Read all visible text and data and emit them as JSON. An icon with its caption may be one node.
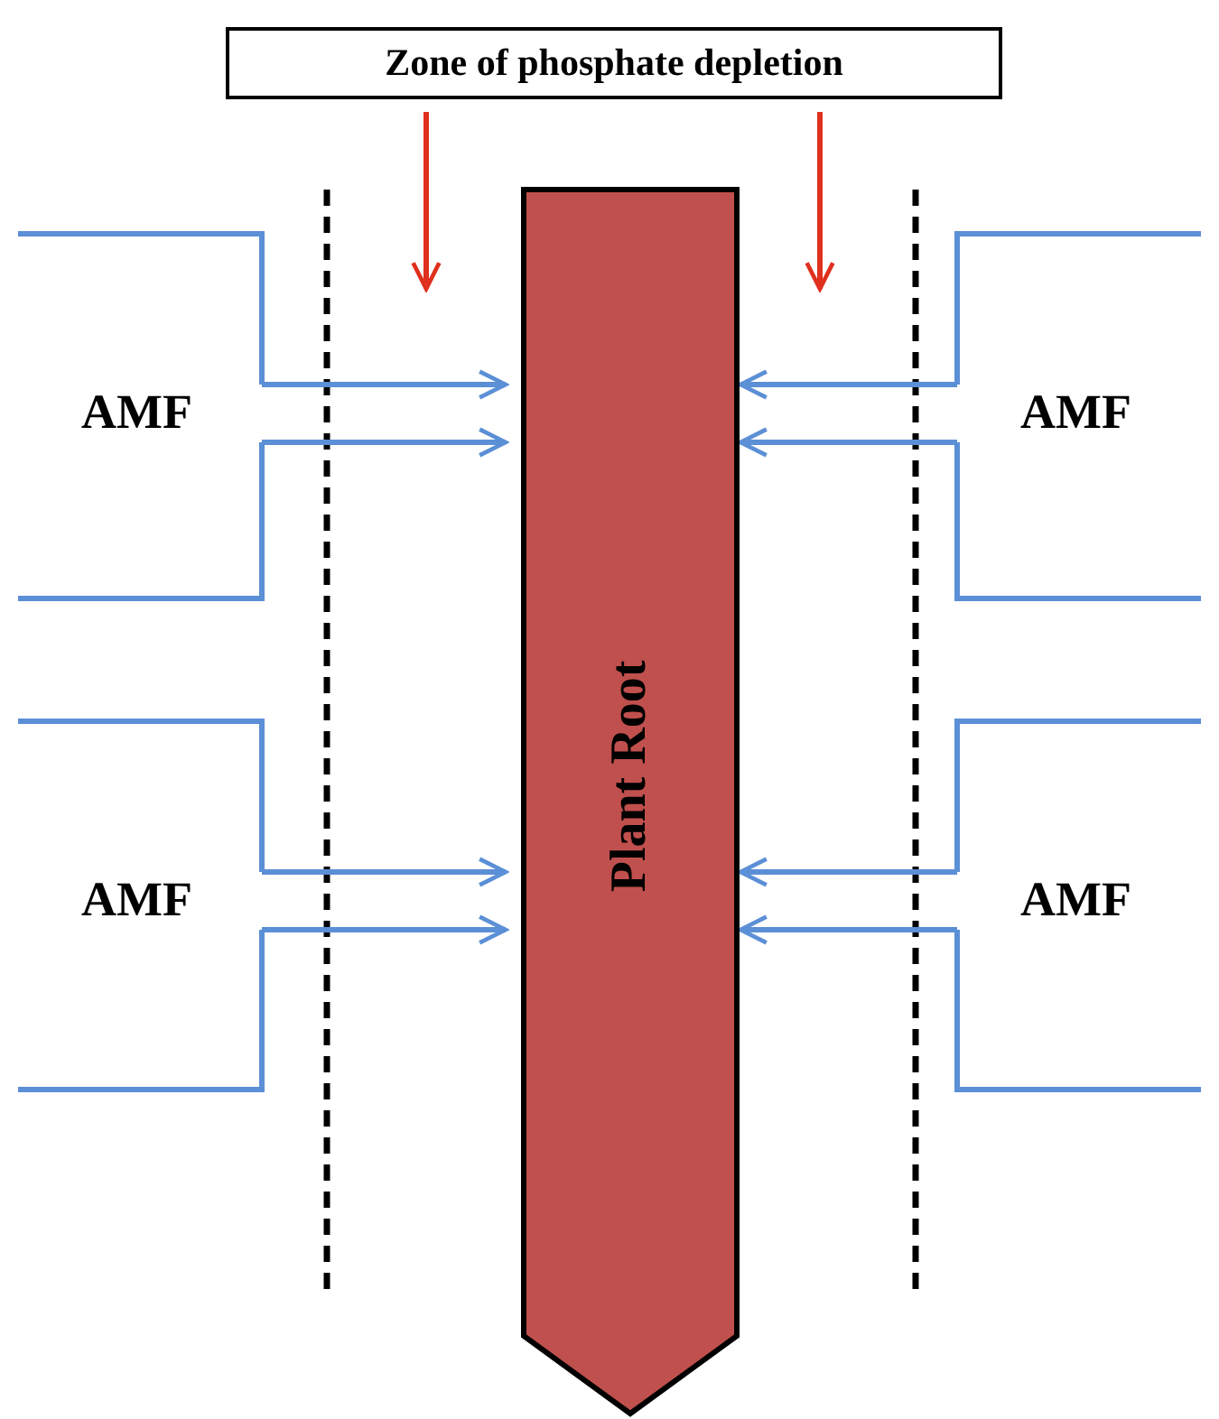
{
  "diagram": {
    "nodes": [
      {
        "text": [
          "Zone of phosphate depletion"
        ]
      },
      {
        "text": [
          "Plant Root"
        ]
      },
      {
        "text": [
          "AMF"
        ]
      },
      {
        "text": [
          "AMF"
        ]
      },
      {
        "text": [
          "AMF"
        ]
      },
      {
        "text": [
          "AMF"
        ]
      }
    ],
    "edges": [
      {
        "from": 0,
        "to": null,
        "arrow": "to",
        "color": "#e0301e"
      },
      {
        "from": 0,
        "to": null,
        "arrow": "to",
        "color": "#e0301e"
      },
      {
        "from": 2,
        "to": 1,
        "arrow": "to"
      },
      {
        "from": 2,
        "to": 1,
        "arrow": "to"
      },
      {
        "from": 3,
        "to": 1,
        "arrow": "to"
      },
      {
        "from": 3,
        "to": 1,
        "arrow": "to"
      },
      {
        "from": 4,
        "to": 1,
        "arrow": "to"
      },
      {
        "from": 4,
        "to": 1,
        "arrow": "to"
      },
      {
        "from": 5,
        "to": 1,
        "arrow": "to"
      },
      {
        "from": 5,
        "to": 1,
        "arrow": "to"
      }
    ]
  }
}
